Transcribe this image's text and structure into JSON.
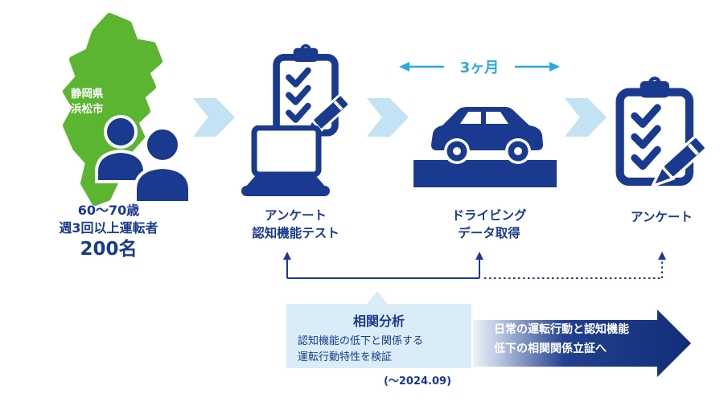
{
  "colors": {
    "map_green": "#5cb531",
    "navy": "#1a3a8f",
    "chevron_blue": "#c3e2f4",
    "cyan": "#2aa9e0",
    "analysis_box_bg": "#d9ecf8"
  },
  "map": {
    "region_line1": "静岡県",
    "region_line2": "浜松市"
  },
  "participants": {
    "age": "60〜70歳",
    "condition": "週3回以上運転者",
    "count": "200名"
  },
  "steps": [
    {
      "line1": "アンケート",
      "line2": "認知機能テスト"
    },
    {
      "line1": "ドライビング",
      "line2": "データ取得"
    },
    {
      "line1": "アンケート"
    }
  ],
  "duration_label": "3ヶ月",
  "analysis": {
    "title": "相関分析",
    "line1": "認知機能の低下と関係する",
    "line2": "運転行動特性を検証",
    "period": "(〜2024.09)"
  },
  "goal": {
    "line1": "日常の運転行動と認知機能",
    "line2": "低下の相関関係立証へ"
  }
}
